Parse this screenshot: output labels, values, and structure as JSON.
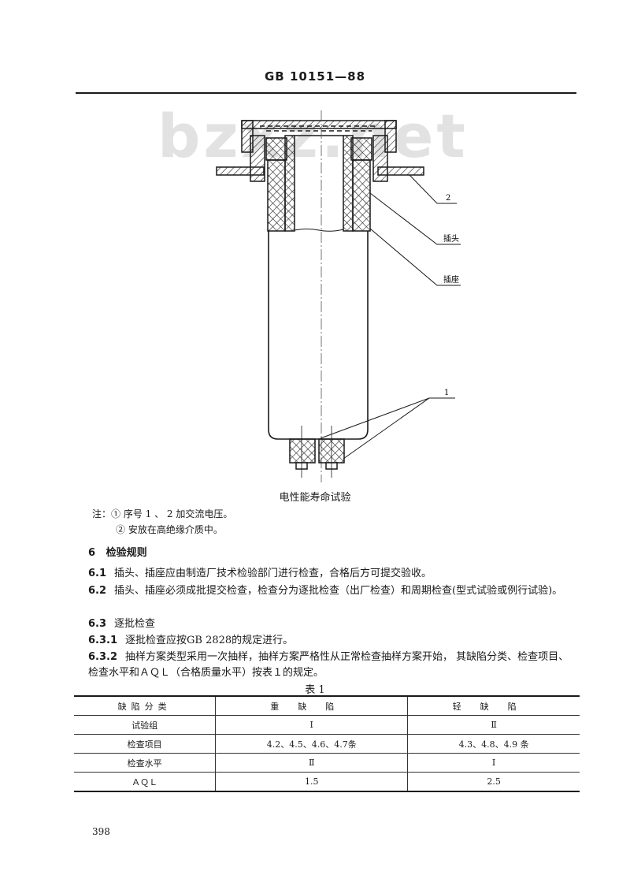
{
  "header": {
    "standard_code": "GB 10151—88"
  },
  "watermark": "bzxz.net",
  "figure": {
    "caption": "电性能寿命试验",
    "labels": {
      "label_2": "2",
      "plug": "插头",
      "socket": "插座",
      "label_1": "1"
    }
  },
  "notes": {
    "prefix": "注：",
    "items": [
      "① 序号 1 、 2 加交流电压。",
      "② 安放在高绝缘介质中。"
    ]
  },
  "section6": {
    "number": "6",
    "title": "检验规则",
    "paragraphs": [
      {
        "num": "6.1",
        "text": "插头、插座应由制造厂技术检验部门进行检查，合格后方可提交验收。"
      },
      {
        "num": "6.2",
        "text": "插头、插座必须成批提交检查，检查分为逐批检查（出厂检查）和周期检查(型式试验或例行试验)。"
      },
      {
        "num": "6.3",
        "text": "逐批检查"
      },
      {
        "num": "6.3.1",
        "text": "逐批检查应按GB 2828的规定进行。"
      },
      {
        "num": "6.3.2",
        "text": "抽样方案类型采用一次抽样，抽样方案严格性从正常检查抽样方案开始， 其缺陷分类、检查项目、检查水平和ＡＱＬ（合格质量水平）按表１的规定。"
      }
    ]
  },
  "table1": {
    "title": "表 1",
    "headers": [
      "缺陷分类",
      "重缺陷",
      "轻缺陷"
    ],
    "rows": [
      [
        "试验组",
        "Ⅰ",
        "Ⅱ"
      ],
      [
        "检查项目",
        "4.2、4.5、4.6、4.7条",
        "4.3、4.8、4.9 条"
      ],
      [
        "检查水平",
        "Ⅱ",
        "Ⅰ"
      ],
      [
        "ＡＱＬ",
        "1.5",
        "2.5"
      ]
    ]
  },
  "footer": {
    "page_number": "398"
  }
}
